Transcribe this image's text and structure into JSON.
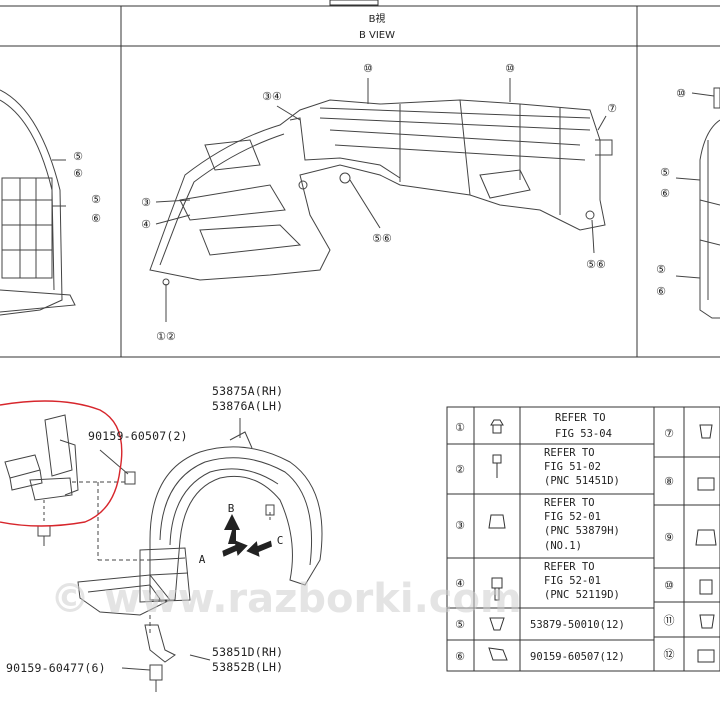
{
  "top_panel": {
    "heading_jp": "B視",
    "heading_en": "B VIEW",
    "callouts": {
      "c10a": "⑩",
      "c10b": "⑩",
      "c7": "⑦",
      "c34": "③④",
      "c3": "③",
      "c4": "④",
      "c12": "①②",
      "c56_mid": "⑤⑥",
      "c56_right": "⑤⑥",
      "left_c5a": "⑤",
      "left_c6a": "⑥",
      "left_c5b": "⑤",
      "left_c6b": "⑥",
      "right_c10": "⑩",
      "right_c5a": "⑤",
      "right_c6a": "⑥",
      "right_c5b": "⑤",
      "right_c6b": "⑥"
    }
  },
  "bottom_panel": {
    "part_liner_rh": "53875A(RH)",
    "part_liner_lh": "53876A(LH)",
    "part_bolt_top": "90159-60507(2)",
    "part_cover_rh": "53851D(RH)",
    "part_cover_lh": "53852B(LH)",
    "part_bolt_bottom": "90159-60477(6)",
    "view_b": "B",
    "view_a": "A",
    "view_c": "C"
  },
  "legend": {
    "rows": [
      {
        "num": "①",
        "text": [
          "REFER TO",
          "FIG 53-04"
        ]
      },
      {
        "num": "②",
        "text": [
          "REFER TO",
          "FIG 51-02",
          "(PNC 51451D)"
        ]
      },
      {
        "num": "③",
        "text": [
          "REFER TO",
          "FIG 52-01",
          "(PNC 53879H)",
          "(NO.1)"
        ]
      },
      {
        "num": "④",
        "text": [
          "REFER TO",
          "FIG 52-01",
          "(PNC 52119D)"
        ]
      },
      {
        "num": "⑤",
        "text": [
          "53879-50010(12)"
        ]
      },
      {
        "num": "⑥",
        "text": [
          "90159-60507(12)"
        ]
      }
    ],
    "right_nums": [
      "⑦",
      "⑧",
      "⑨",
      "⑩",
      "⑪",
      "⑫"
    ]
  },
  "watermark": "© www.razborki.com"
}
